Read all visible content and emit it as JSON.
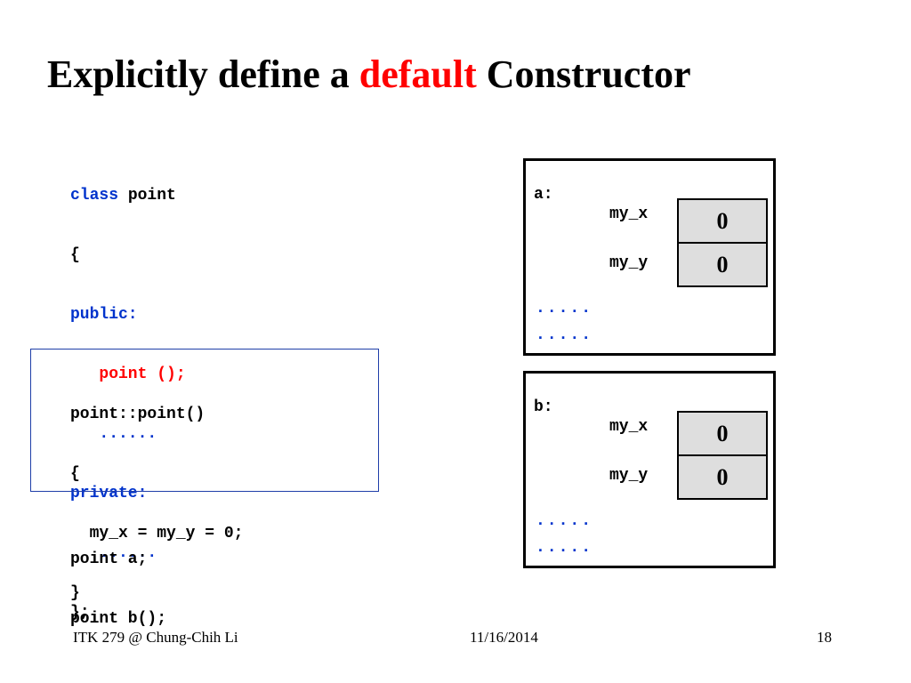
{
  "slide": {
    "title_part1": "Explicitly define a ",
    "title_accent": "default",
    "title_part2": " Constructor"
  },
  "class_code": {
    "line1_kw": "class",
    "line1_rest": " point",
    "line2": "{",
    "line3": "public:",
    "line4": "point ();",
    "line5": "......",
    "line6": "private:",
    "line7": "......",
    "line8": "};"
  },
  "ctor_code": {
    "line1": "point::point()",
    "line2": "{",
    "line3": "my_x = my_y = 0;",
    "line4": "}"
  },
  "decl_code": {
    "line1": "point a;",
    "line2": "point b();"
  },
  "objects": [
    {
      "label": "a:",
      "field1": "my_x",
      "value1": "0",
      "field2": "my_y",
      "value2": "0",
      "dots1": ".....",
      "dots2": "....."
    },
    {
      "label": "b:",
      "field1": "my_x",
      "value1": "0",
      "field2": "my_y",
      "value2": "0",
      "dots1": ".....",
      "dots2": "....."
    }
  ],
  "footer": {
    "left": "ITK 279 @ Chung-Chih Li",
    "center": "11/16/2014",
    "page": "18"
  },
  "colors": {
    "keyword": "#0033cc",
    "accent": "#ff0000",
    "cell_fill": "#dedede",
    "box_border": "#1f3ea8"
  }
}
